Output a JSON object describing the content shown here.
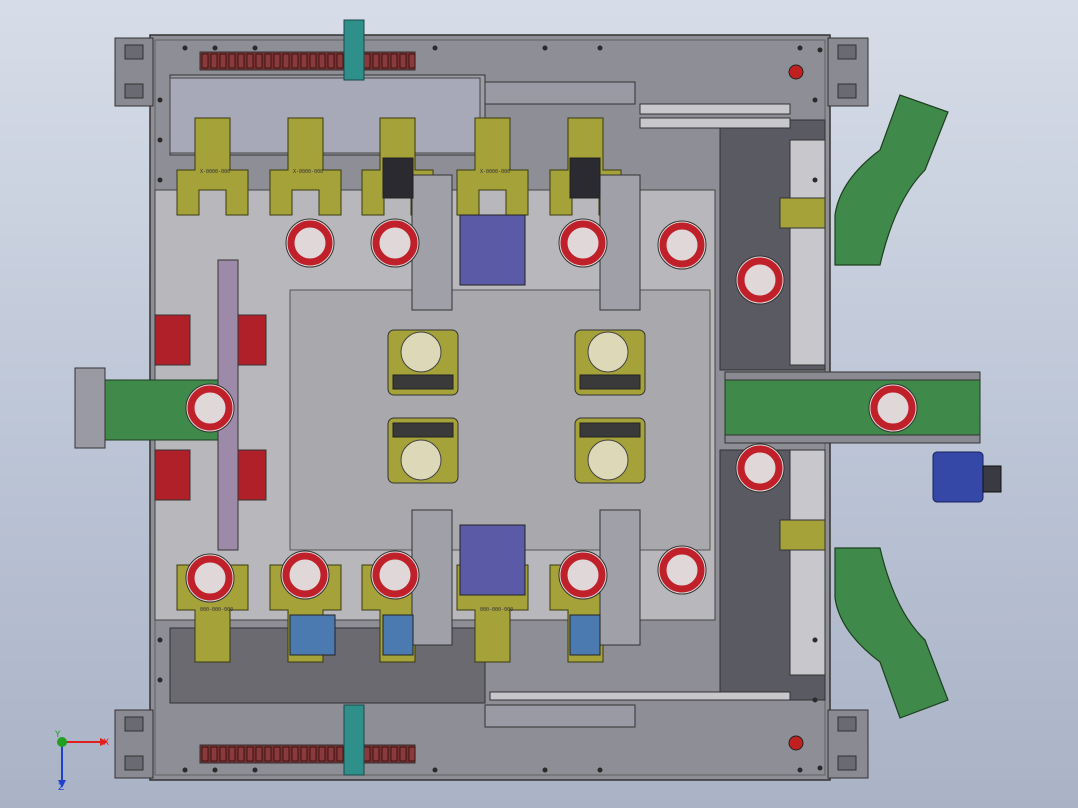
{
  "view": "cad-top-view",
  "colors": {
    "background_top": "#d7dde8",
    "background_bottom": "#aab3c6",
    "base_plate": "#8e8e96",
    "inner_plate": "#b8b8bc",
    "frame_dark": "#5a5a62",
    "olive_bracket": "#a6a23a",
    "green_conveyor": "#3f8a4a",
    "red_ring": "#c0202a",
    "blue_motor": "#3548a8",
    "purple_block": "#5a5aa6",
    "teal_pillar": "#2f8f8a",
    "dark_brown_chain": "#7a3030",
    "rod_silver": "#c8c8cc"
  },
  "part_labels": {
    "top_bracket_1": "X-0000-000",
    "top_bracket_2": "X-0000-000",
    "top_bracket_3": "X-0000-000",
    "bottom_bracket_1": "000-000-000",
    "bottom_bracket_2": "000-000-000"
  },
  "axis_triad": {
    "x_label": "X",
    "y_label": "Y",
    "z_label": "Z",
    "x_color": "#e02020",
    "y_color": "#20a020",
    "z_color": "#2040d0"
  }
}
